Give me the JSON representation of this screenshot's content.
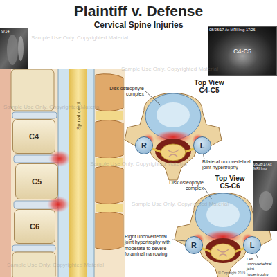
{
  "diagram": {
    "title": "Plaintiff v. Defense",
    "nodes": [
      {
        "text": [
          "C4"
        ]
      },
      {
        "text": [
          "C5"
        ]
      },
      {
        "text": [
          "C6"
        ]
      },
      {
        "text": [
          "Spinal cord"
        ]
      },
      {
        "text": [
          "Top View C4-C5"
        ]
      },
      {
        "text": [
          "R"
        ],
        "in": 4
      },
      {
        "text": [
          "L"
        ],
        "in": 4
      },
      {
        "text": [
          "C4-C5"
        ]
      },
      {
        "text": [
          "Top View C5-C6"
        ]
      },
      {
        "text": [
          "R"
        ],
        "in": 8
      },
      {
        "text": [
          "L"
        ],
        "in": 8
      }
    ],
    "labels": [
      "Cervical Spine Injuries",
      "9/14",
      "08/28/17 Ax MRI Img 17/26",
      "Disk osteophyte complex",
      "Bilateral uncovertebral joint hypertrophy",
      "Disk osteophyte complex",
      "Right uncovertebral joint hypertrophy with moderate to severe foraminal narrowing",
      "08/28/17 Ax MRI Img",
      "Left uncovertebral joint hypertrophy",
      "Sample Use Only. Copyrighted Material",
      "Sample Use Only. Copyrighted Material",
      "Sample Use Only. Copyrighted Material",
      "Sample Use Only. Copyrighted Material",
      "Sample Use Only. Copyrighted Material",
      "Sample Use Only. Copyrighted Material",
      "© Copyright 2019"
    ]
  }
}
